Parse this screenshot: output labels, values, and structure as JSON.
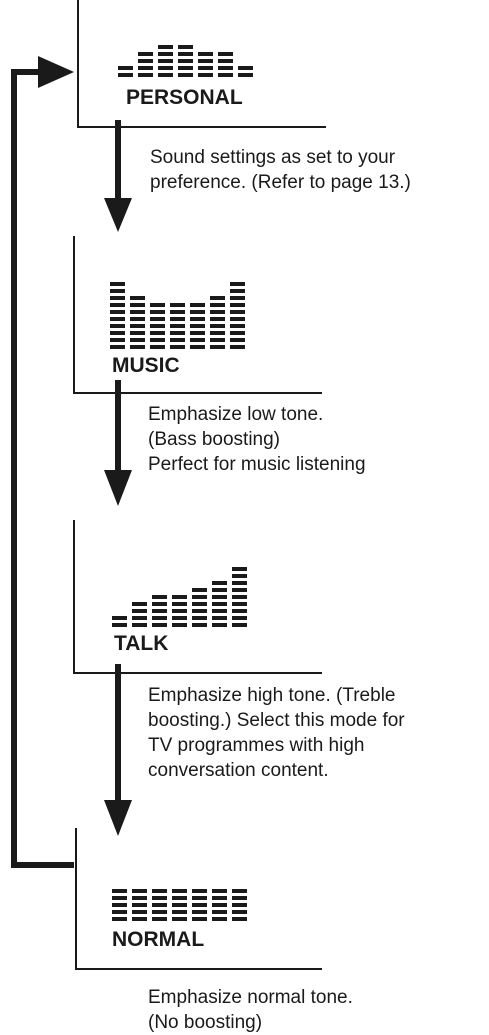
{
  "modes": [
    {
      "label": "PERSONAL",
      "levels": [
        2,
        4,
        5,
        5,
        4,
        4,
        2
      ],
      "description": [
        "Sound settings as set to your",
        "preference. (Refer to page 13.)"
      ]
    },
    {
      "label": "MUSIC",
      "levels": [
        10,
        8,
        7,
        7,
        7,
        8,
        10
      ],
      "description": [
        "Emphasize low tone.",
        "(Bass boosting)",
        "Perfect for music listening"
      ]
    },
    {
      "label": "TALK",
      "levels": [
        2,
        4,
        5,
        5,
        6,
        7,
        9
      ],
      "description": [
        "Emphasize high tone. (Treble",
        "boosting.) Select this mode for",
        "TV programmes with high",
        "conversation content."
      ]
    },
    {
      "label": "NORMAL",
      "levels": [
        5,
        5,
        5,
        5,
        5,
        5,
        5
      ],
      "description": [
        "Emphasize normal tone.",
        "(No boosting)"
      ]
    }
  ],
  "colors": {
    "ink": "#1a1a1a",
    "background": "#ffffff"
  },
  "icons": {
    "down_arrow": "down-arrow-icon",
    "return_arrow": "return-arrow-icon",
    "equalizer": "equalizer-bars-icon"
  }
}
